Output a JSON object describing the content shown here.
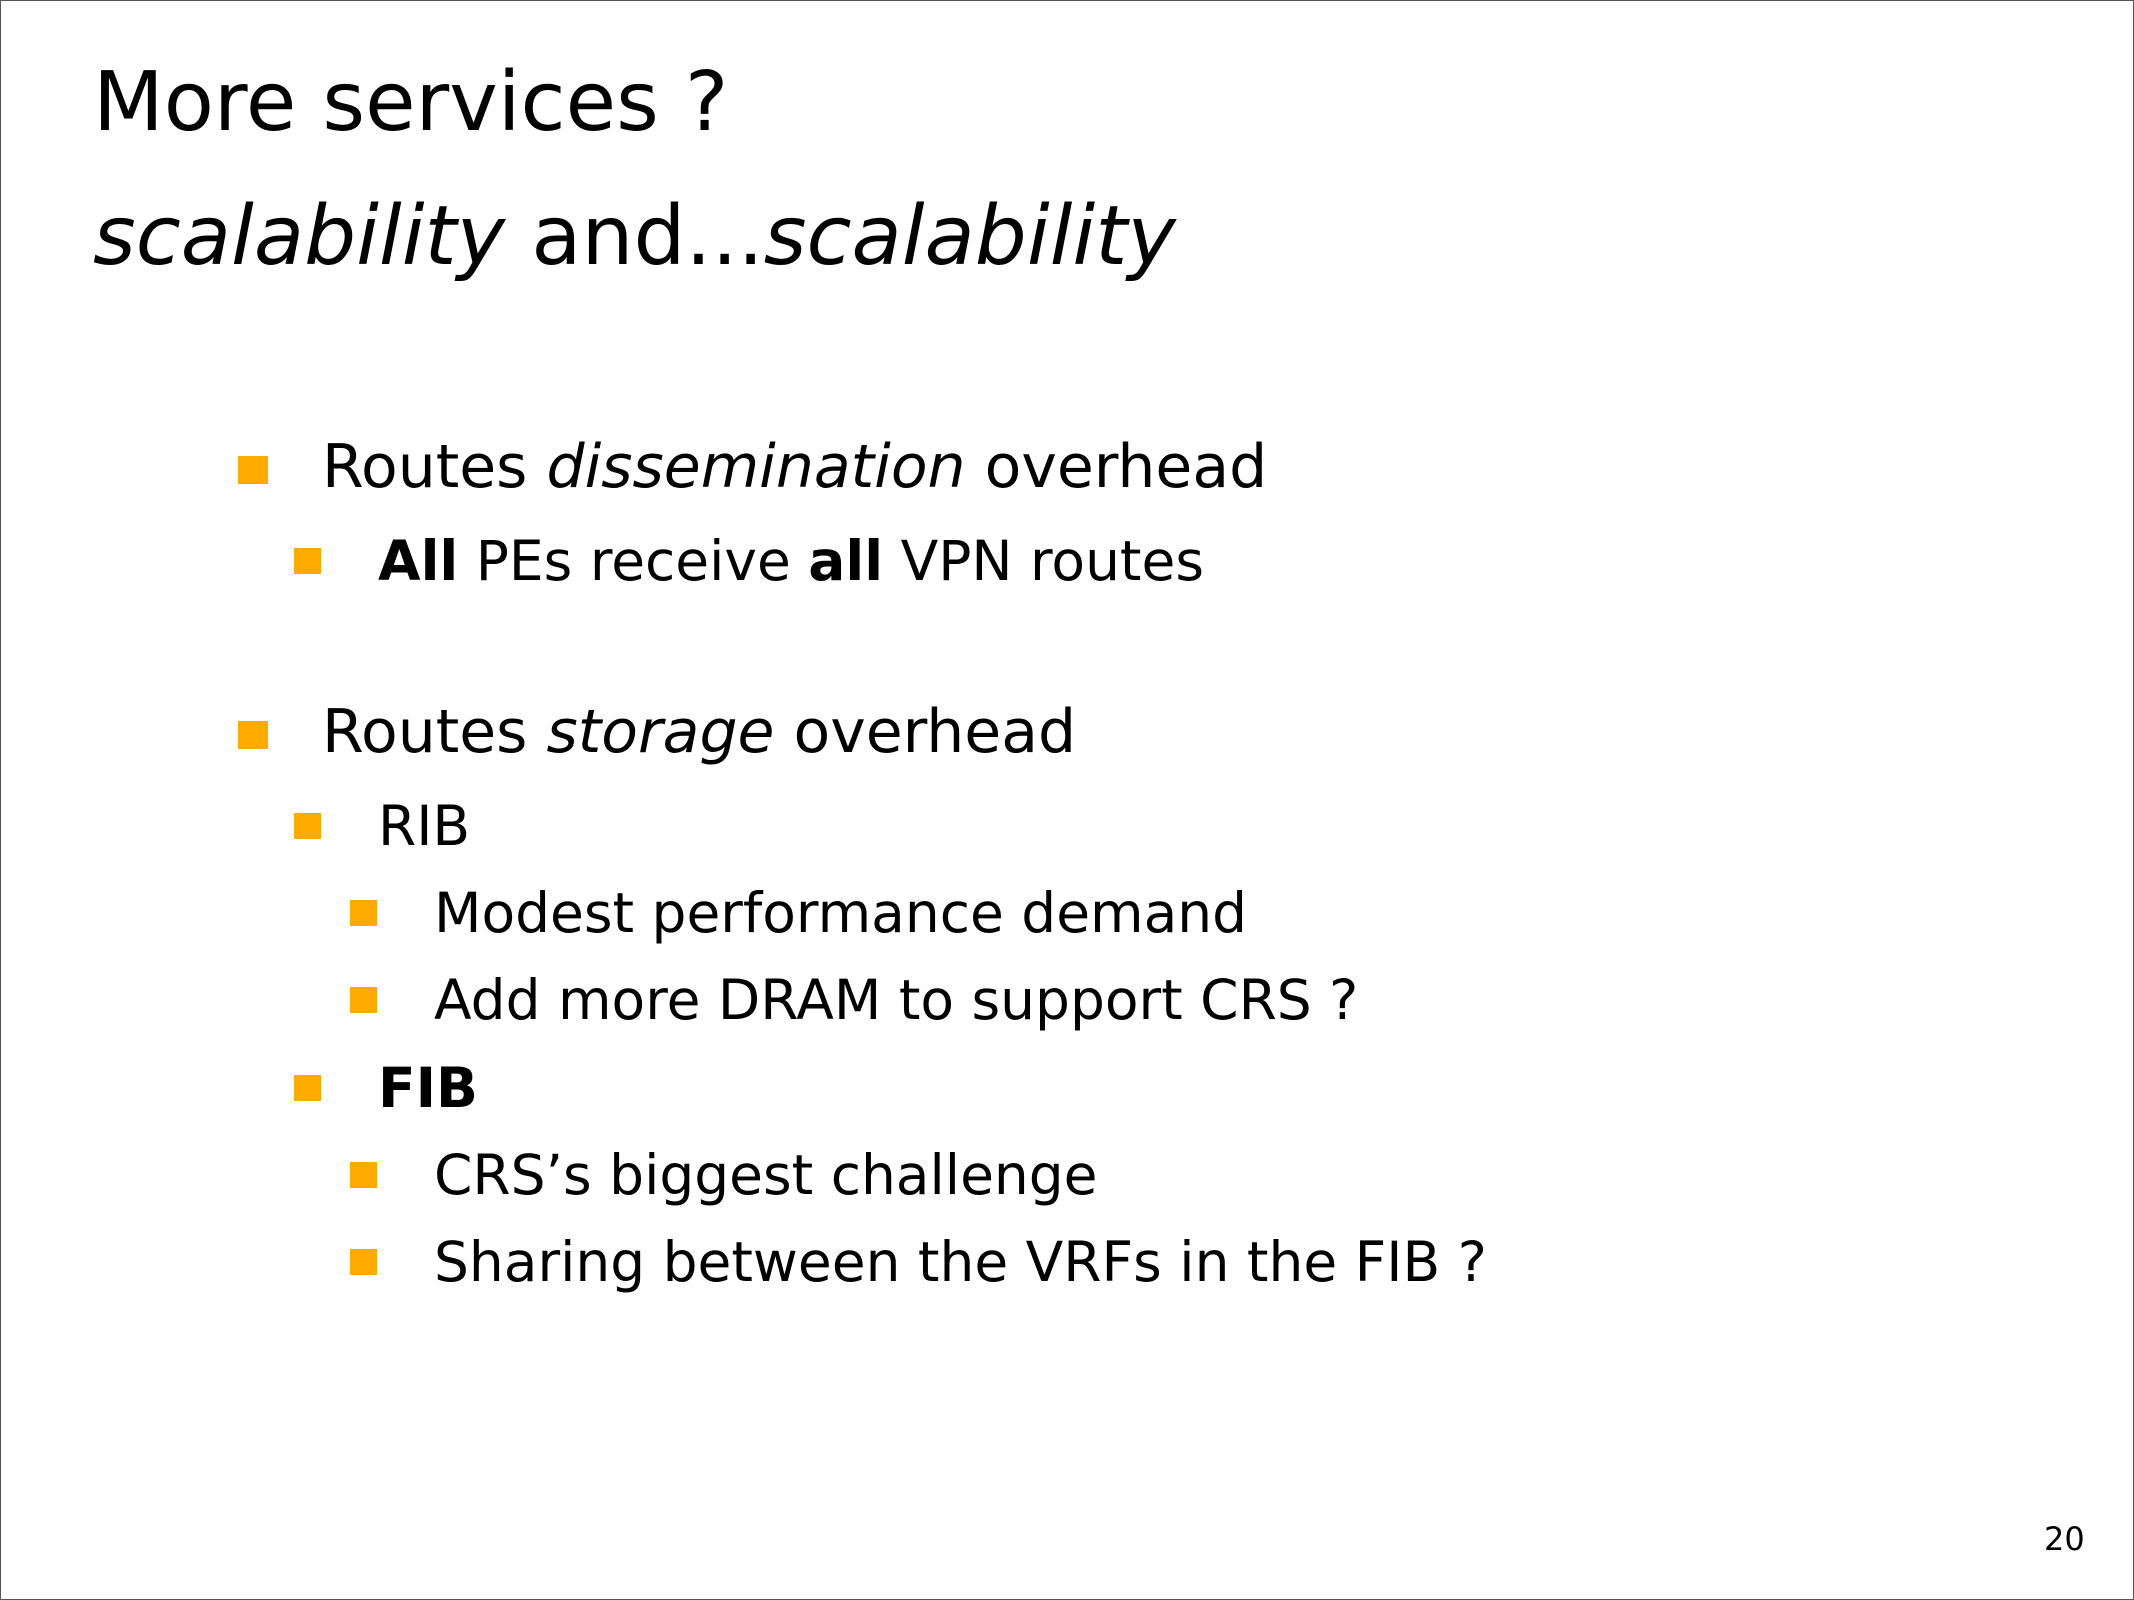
{
  "title": {
    "line1": "More services ?",
    "line2_a": "scalability",
    "line2_b": " and...",
    "line2_c": "scalability"
  },
  "bullets": [
    {
      "a": "Routes ",
      "b": "dissemination",
      "c": " overhead"
    },
    {
      "a": "All",
      "b": " PEs receive ",
      "c": "all",
      "d": " VPN routes"
    },
    {
      "a": "Routes ",
      "b": "storage",
      "c": " overhead"
    },
    {
      "text": "RIB"
    },
    {
      "text": "Modest performance demand"
    },
    {
      "text": "Add more DRAM to support CRS ?"
    },
    {
      "text": "FIB"
    },
    {
      "text": "CRS’s biggest challenge"
    },
    {
      "text": "Sharing between the VRFs in the FIB ?"
    }
  ],
  "page_number": "20",
  "colors": {
    "bullet": "#ffaa00"
  }
}
